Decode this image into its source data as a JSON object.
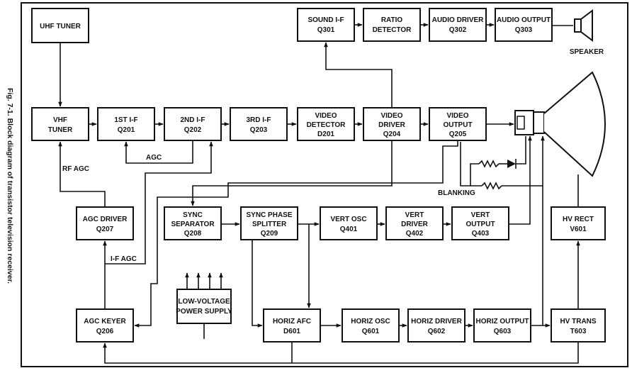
{
  "caption": "Fig. 7-1. Block diagram of transistor television receiver.",
  "blocks": [
    {
      "id": "uhf_tuner",
      "l1": "UHF TUNER",
      "l2": ""
    },
    {
      "id": "vhf_tuner",
      "l1": "VHF",
      "l2": "TUNER"
    },
    {
      "id": "if1",
      "l1": "1ST I-F",
      "l2": "Q201"
    },
    {
      "id": "if2",
      "l1": "2ND I-F",
      "l2": "Q202"
    },
    {
      "id": "if3",
      "l1": "3RD I-F",
      "l2": "Q203"
    },
    {
      "id": "video_detector",
      "l1": "VIDEO",
      "l2": "DETECTOR",
      "l3": "D201"
    },
    {
      "id": "video_driver",
      "l1": "VIDEO",
      "l2": "DRIVER",
      "l3": "Q204"
    },
    {
      "id": "video_output",
      "l1": "VIDEO",
      "l2": "OUTPUT",
      "l3": "Q205"
    },
    {
      "id": "sound_if",
      "l1": "SOUND I-F",
      "l2": "Q301"
    },
    {
      "id": "ratio_detector",
      "l1": "RATIO",
      "l2": "DETECTOR"
    },
    {
      "id": "audio_driver",
      "l1": "AUDIO DRIVER",
      "l2": "Q302"
    },
    {
      "id": "audio_output",
      "l1": "AUDIO OUTPUT",
      "l2": "Q303"
    },
    {
      "id": "agc_driver",
      "l1": "AGC DRIVER",
      "l2": "Q207"
    },
    {
      "id": "sync_separator",
      "l1": "SYNC",
      "l2": "SEPARATOR",
      "l3": "Q208"
    },
    {
      "id": "sync_phase_splitter",
      "l1": "SYNC PHASE",
      "l2": "SPLITTER",
      "l3": "Q209"
    },
    {
      "id": "vert_osc",
      "l1": "VERT OSC",
      "l2": "Q401"
    },
    {
      "id": "vert_driver",
      "l1": "VERT",
      "l2": "DRIVER",
      "l3": "Q402"
    },
    {
      "id": "vert_output",
      "l1": "VERT",
      "l2": "OUTPUT",
      "l3": "Q403"
    },
    {
      "id": "hv_rect",
      "l1": "HV RECT",
      "l2": "V601"
    },
    {
      "id": "low_voltage_ps",
      "l1": "LOW-VOLTAGE",
      "l2": "POWER SUPPLY"
    },
    {
      "id": "agc_keyer",
      "l1": "AGC KEYER",
      "l2": "Q206"
    },
    {
      "id": "horiz_afc",
      "l1": "HORIZ AFC",
      "l2": "D601"
    },
    {
      "id": "horiz_osc",
      "l1": "HORIZ OSC",
      "l2": "Q601"
    },
    {
      "id": "horiz_driver",
      "l1": "HORIZ DRIVER",
      "l2": "Q602"
    },
    {
      "id": "horiz_output",
      "l1": "HORIZ OUTPUT",
      "l2": "Q603"
    },
    {
      "id": "hv_trans",
      "l1": "HV TRANS",
      "l2": "T603"
    }
  ],
  "labels": {
    "agc": "AGC",
    "rf_agc": "RF AGC",
    "if_agc": "I-F AGC",
    "blanking": "BLANKING",
    "speaker": "SPEAKER"
  }
}
